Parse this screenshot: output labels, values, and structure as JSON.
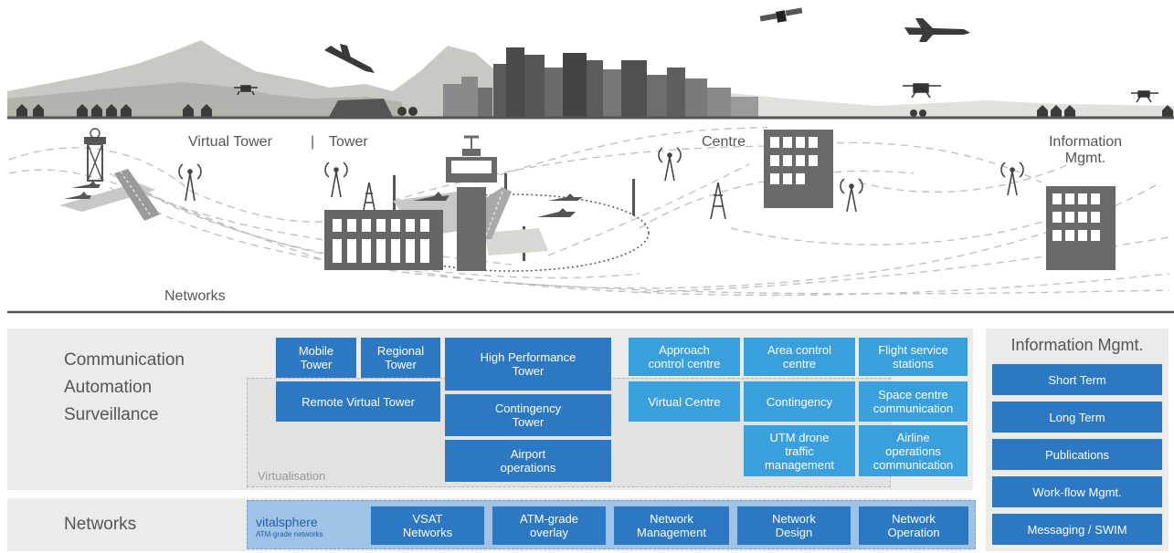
{
  "scene": {
    "labels": {
      "virtual_tower": "Virtual Tower",
      "separator": "|",
      "tower": "Tower",
      "centre": "Centre",
      "information_mgmt": "Information\nMgmt.",
      "networks": "Networks"
    },
    "colors": {
      "ground_line": "#555555",
      "buildings": "#6a6a6a",
      "hills": "#c9c9c4",
      "dashed_links": "#bbbbbb"
    }
  },
  "layers": {
    "cas_lines": [
      "Communication",
      "Automation",
      "Surveillance"
    ],
    "networks_label": "Networks",
    "virtualisation_label": "Virtualisation"
  },
  "tower_boxes": {
    "mobile_tower": "Mobile\nTower",
    "regional_tower": "Regional\nTower",
    "high_performance_tower": "High Performance\nTower",
    "remote_virtual_tower": "Remote Virtual Tower",
    "contingency_tower": "Contingency\nTower",
    "airport_operations": "Airport\noperations"
  },
  "centre_boxes": {
    "approach_control_centre": "Approach\ncontrol centre",
    "area_control_centre": "Area control\ncentre",
    "flight_service_stations": "Flight service\nstations",
    "virtual_centre": "Virtual Centre",
    "contingency": "Contingency",
    "space_centre_communication": "Space centre\ncommunication",
    "utm_drone_traffic_management": "UTM drone\ntraffic\nmanagement",
    "airline_operations_communication": "Airline\noperations\ncommunication"
  },
  "networks_row": {
    "brand": "vitalsphere",
    "brand_sub": "ATM-grade networks",
    "items": [
      "VSAT\nNetworks",
      "ATM-grade\noverlay",
      "Network\nManagement",
      "Network\nDesign",
      "Network\nOperation"
    ]
  },
  "info_panel": {
    "title": "Information Mgmt.",
    "items": [
      "Short Term",
      "Long Term",
      "Publications",
      "Work-flow Mgmt.",
      "Messaging / SWIM"
    ]
  },
  "colors": {
    "dark_blue": "#2c78c2",
    "light_blue": "#3aa0dd",
    "vitalsphere_bg": "#9fc3e6",
    "panel_bg": "#ebebea"
  }
}
